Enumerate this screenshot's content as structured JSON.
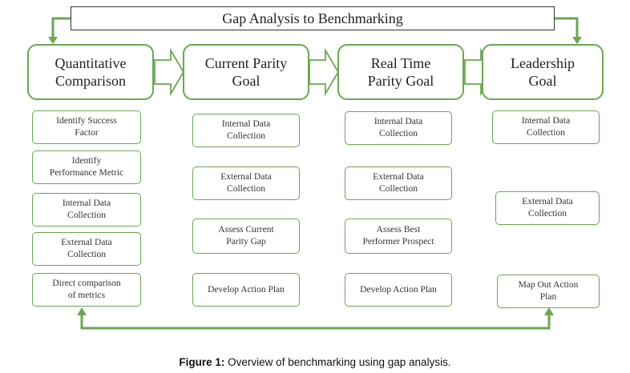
{
  "title": "Gap Analysis to Benchmarking",
  "stages": [
    {
      "label": "Quantitative\nComparison",
      "steps": [
        "Identify Success\nFactor",
        "Identify\nPerformance Metric",
        "Internal Data\nCollection",
        "External Data\nCollection",
        "Direct comparison\nof metrics"
      ]
    },
    {
      "label": "Current Parity\nGoal",
      "steps": [
        "Internal Data\nCollection",
        "External Data\nCollection",
        "Assess Current\nParity Gap",
        "Develop Action Plan"
      ]
    },
    {
      "label": "Real Time\nParity Goal",
      "steps": [
        "Internal Data\nCollection",
        "External Data\nCollection",
        "Assess Best\nPerformer Prospect",
        "Develop Action Plan"
      ]
    },
    {
      "label": "Leadership\nGoal",
      "steps": [
        "Internal Data\nCollection",
        "External Data\nCollection",
        "Map Out Action\nPlan"
      ]
    }
  ],
  "caption": {
    "prefix": "Figure 1:",
    "text": " Overview of benchmarking using gap analysis."
  },
  "colors": {
    "accent": "#6aa84f",
    "border_dark": "#333333"
  }
}
